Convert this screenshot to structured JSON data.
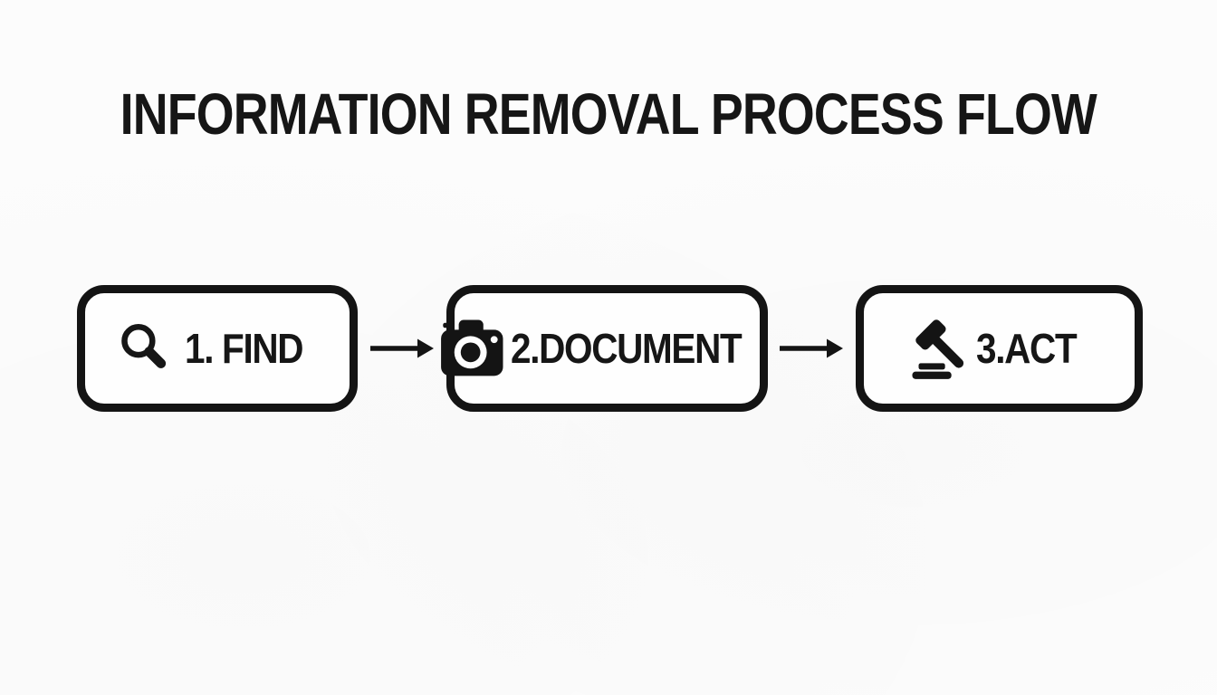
{
  "title": "INFORMATION REMOVAL PROCESS FLOW",
  "steps": [
    {
      "label": "1. FIND",
      "icon": "search-icon"
    },
    {
      "label": "2.DOCUMENT",
      "icon": "camera-icon"
    },
    {
      "label": "3.ACT",
      "icon": "gavel-icon"
    }
  ],
  "arrows": {
    "count": 2,
    "direction": "right"
  },
  "colors": {
    "ink": "#161616",
    "box_border": "#141414",
    "background": "#fcfcfc",
    "box_fill": "#fefefe"
  }
}
